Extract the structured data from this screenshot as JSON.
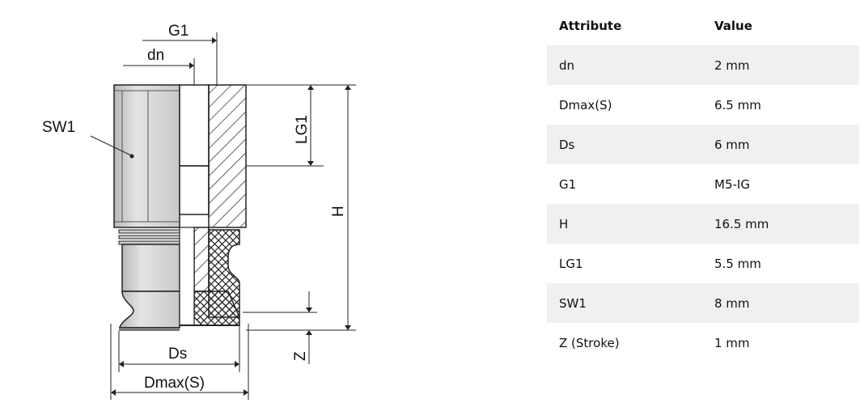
{
  "drawing": {
    "labels": {
      "g1": "G1",
      "dn": "dn",
      "sw1": "SW1",
      "lg1": "LG1",
      "h": "H",
      "z": "Z",
      "ds": "Ds",
      "dmax": "Dmax(S)"
    }
  },
  "table": {
    "headers": {
      "attribute": "Attribute",
      "value": "Value"
    },
    "rows": [
      {
        "attribute": "dn",
        "value": "2 mm"
      },
      {
        "attribute": "Dmax(S)",
        "value": "6.5 mm"
      },
      {
        "attribute": "Ds",
        "value": "6 mm"
      },
      {
        "attribute": "G1",
        "value": "M5-IG"
      },
      {
        "attribute": "H",
        "value": "16.5 mm"
      },
      {
        "attribute": "LG1",
        "value": "5.5 mm"
      },
      {
        "attribute": "SW1",
        "value": "8 mm"
      },
      {
        "attribute": "Z (Stroke)",
        "value": "1 mm"
      }
    ]
  }
}
